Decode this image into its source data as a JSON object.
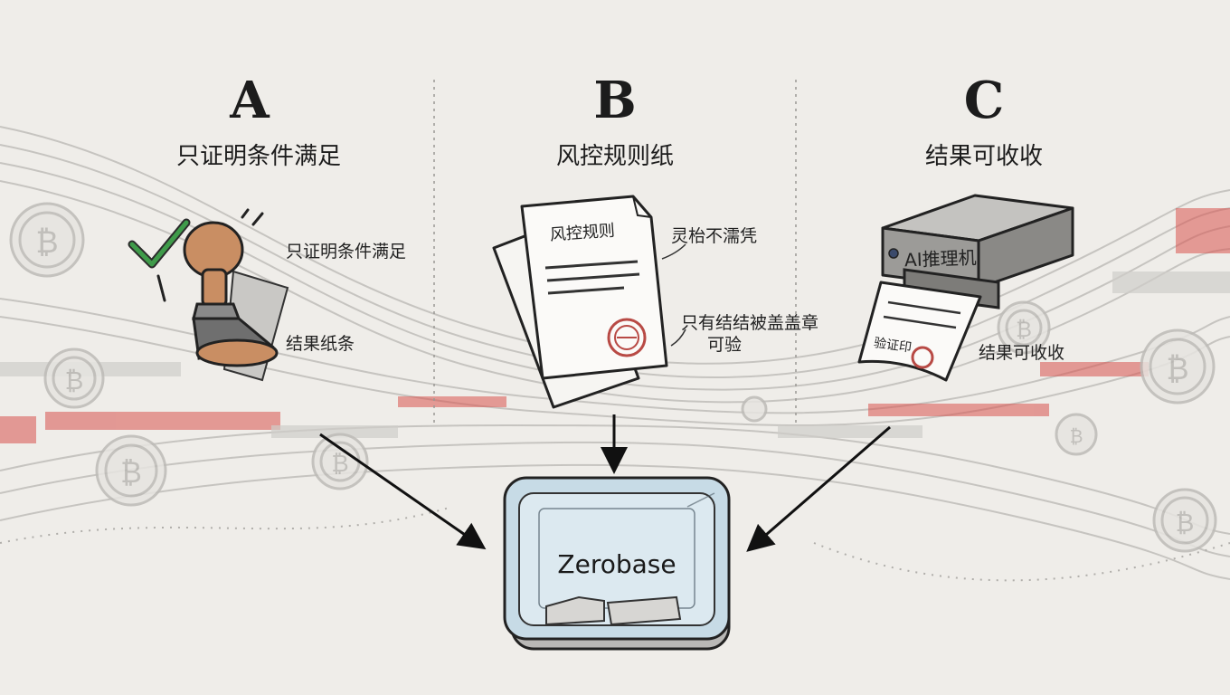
{
  "columns": [
    {
      "letter": "A",
      "title": "只证明条件满足"
    },
    {
      "letter": "B",
      "title": "风控规则纸"
    },
    {
      "letter": "C",
      "title": "结果可收收"
    }
  ],
  "panel_a": {
    "note_top": "只证明条件满足",
    "note_bottom": "结果纸条"
  },
  "panel_b": {
    "paper_heading": "风控规则",
    "note_top": "灵枱不濡凭",
    "note_bottom_line1": "只有结结被盖盖章",
    "note_bottom_line2": "可验"
  },
  "panel_c": {
    "machine_label": "AI推理机",
    "receipt_text": "验证印",
    "note": "结果可收收"
  },
  "center": {
    "box_label": "Zerobase"
  },
  "colors": {
    "background": "#efede9",
    "ink": "#1e1e1e",
    "accent_red": "#d9534f",
    "check_green": "#3f9b4a",
    "stamp_wood": "#c98e63",
    "glass_blue": "#c7dbe6"
  },
  "icons": [
    "coin-icon",
    "checkmark-icon",
    "stamp-icon",
    "paper-icon",
    "printer-icon",
    "arrow-icon",
    "glass-box-icon"
  ]
}
